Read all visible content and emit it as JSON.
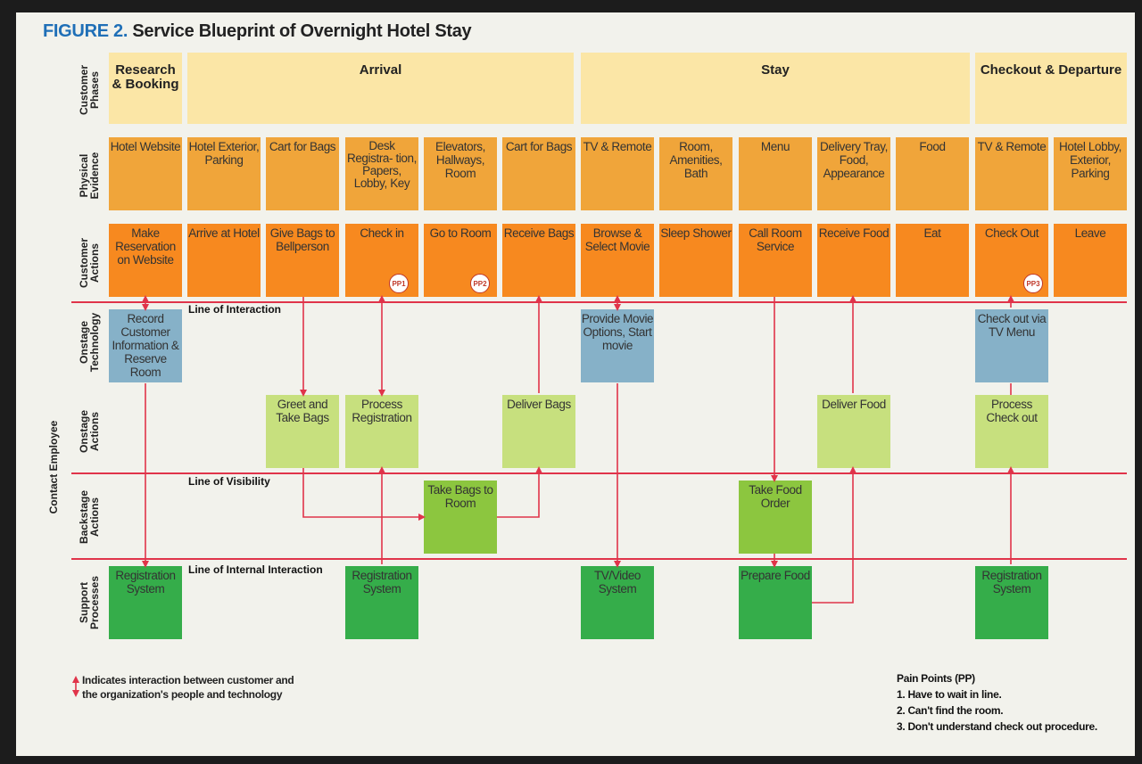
{
  "figure": {
    "number": "FIGURE 2.",
    "title": "Service Blueprint of Overnight Hotel Stay"
  },
  "row_labels": {
    "customer_phases": "Customer Phases",
    "physical_evidence": "Physical Evidence",
    "customer_actions": "Customer Actions",
    "onstage_technology": "Onstage Technology",
    "onstage_actions": "Onstage Actions",
    "backstage_actions": "Backstage Actions",
    "support_processes": "Support Processes",
    "contact_employee": "Contact Employee"
  },
  "phases": [
    {
      "label": "Research & Booking"
    },
    {
      "label": "Arrival"
    },
    {
      "label": "Stay"
    },
    {
      "label": "Checkout & Departure"
    }
  ],
  "physical_evidence": [
    "Hotel Website",
    "Hotel Exterior, Parking",
    "Cart for Bags",
    "Desk Registra- tion, Papers, Lobby, Key",
    "Elevators, Hallways, Room",
    "Cart for Bags",
    "TV & Remote",
    "Room, Amenities, Bath",
    "Menu",
    "Delivery Tray, Food, Appearance",
    "Food",
    "TV & Remote",
    "Hotel Lobby, Exterior, Parking"
  ],
  "customer_actions": [
    "Make Reservation on Website",
    "Arrive at Hotel",
    "Give Bags to Bellperson",
    "Check in",
    "Go to Room",
    "Receive Bags",
    "Browse & Select Movie",
    "Sleep Shower",
    "Call Room Service",
    "Receive Food",
    "Eat",
    "Check Out",
    "Leave"
  ],
  "pain_badges": [
    "PP1",
    "PP2",
    "PP3"
  ],
  "onstage_technology": [
    "Record Customer Information & Reserve Room",
    "Provide Movie Options, Start movie",
    "Check out via TV Menu"
  ],
  "onstage_actions": [
    "Greet and Take Bags",
    "Process Registration",
    "Deliver Bags",
    "Deliver Food",
    "Process Check out"
  ],
  "backstage_actions": [
    "Take Bags to Room",
    "Take Food Order"
  ],
  "support_processes": [
    "Registration System",
    "Registration System",
    "TV/Video System",
    "Prepare Food",
    "Registration System"
  ],
  "lines": {
    "interaction": "Line of Interaction",
    "visibility": "Line of Visibility",
    "internal": "Line of Internal Interaction"
  },
  "legend": {
    "line1": "Indicates interaction between customer and",
    "line2": "the organization's people and technology"
  },
  "pain_points": {
    "title": "Pain Points (PP)",
    "items": [
      "1. Have to wait in line.",
      "2. Can't find the room.",
      "3. Don't understand check out procedure."
    ]
  },
  "colors": {
    "phase": "#fbe6a6",
    "evidence": "#f0a53a",
    "action": "#f7891f",
    "technology": "#86b1c8",
    "onstage": "#c7e07e",
    "backstage": "#8cc63f",
    "support": "#35ad4a",
    "line": "#e0344a",
    "title_accent": "#1f6fb7"
  }
}
